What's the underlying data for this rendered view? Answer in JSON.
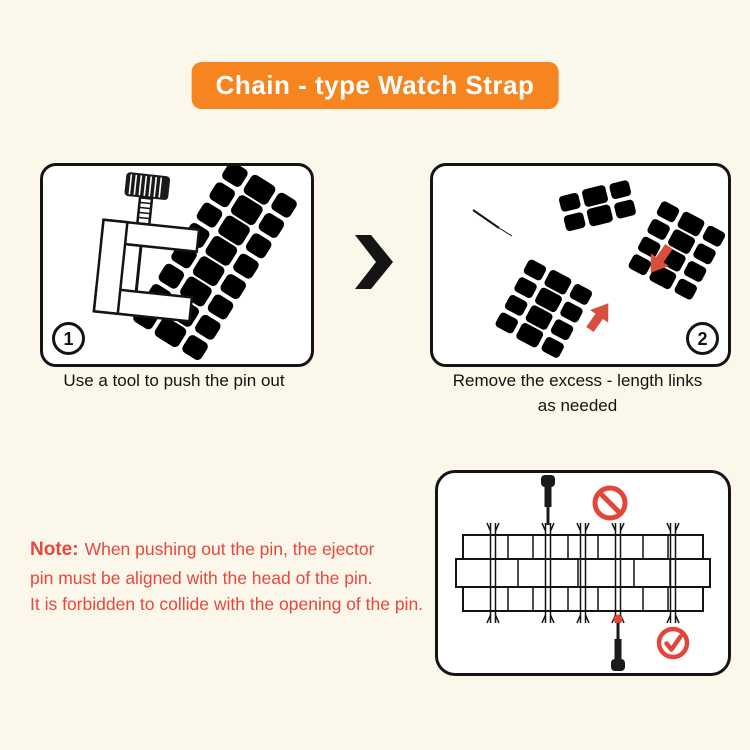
{
  "page": {
    "background": "#FCF7EB",
    "accent_orange": "#F6841F",
    "note_red": "#E8473C",
    "arrow_red": "#D94F3D",
    "outline_black": "#141414"
  },
  "banner": {
    "title": "Chain - type Watch Strap"
  },
  "steps": [
    {
      "number": "1",
      "caption": "Use a tool to push the pin out"
    },
    {
      "number": "2",
      "caption_line1": "Remove the excess - length links",
      "caption_line2": "as needed"
    }
  ],
  "note": {
    "label": "Note:",
    "line1": "When pushing out the pin, the ejector",
    "line2": "pin must be aligned with the head of the pin.",
    "line3": "It is forbidden to collide with the opening of the pin."
  },
  "icons": {
    "next_arrow": "chevron-right",
    "prohibited": "no-collision-symbol",
    "correct": "check-circle",
    "link_arrows": "red-pointer-arrows"
  }
}
